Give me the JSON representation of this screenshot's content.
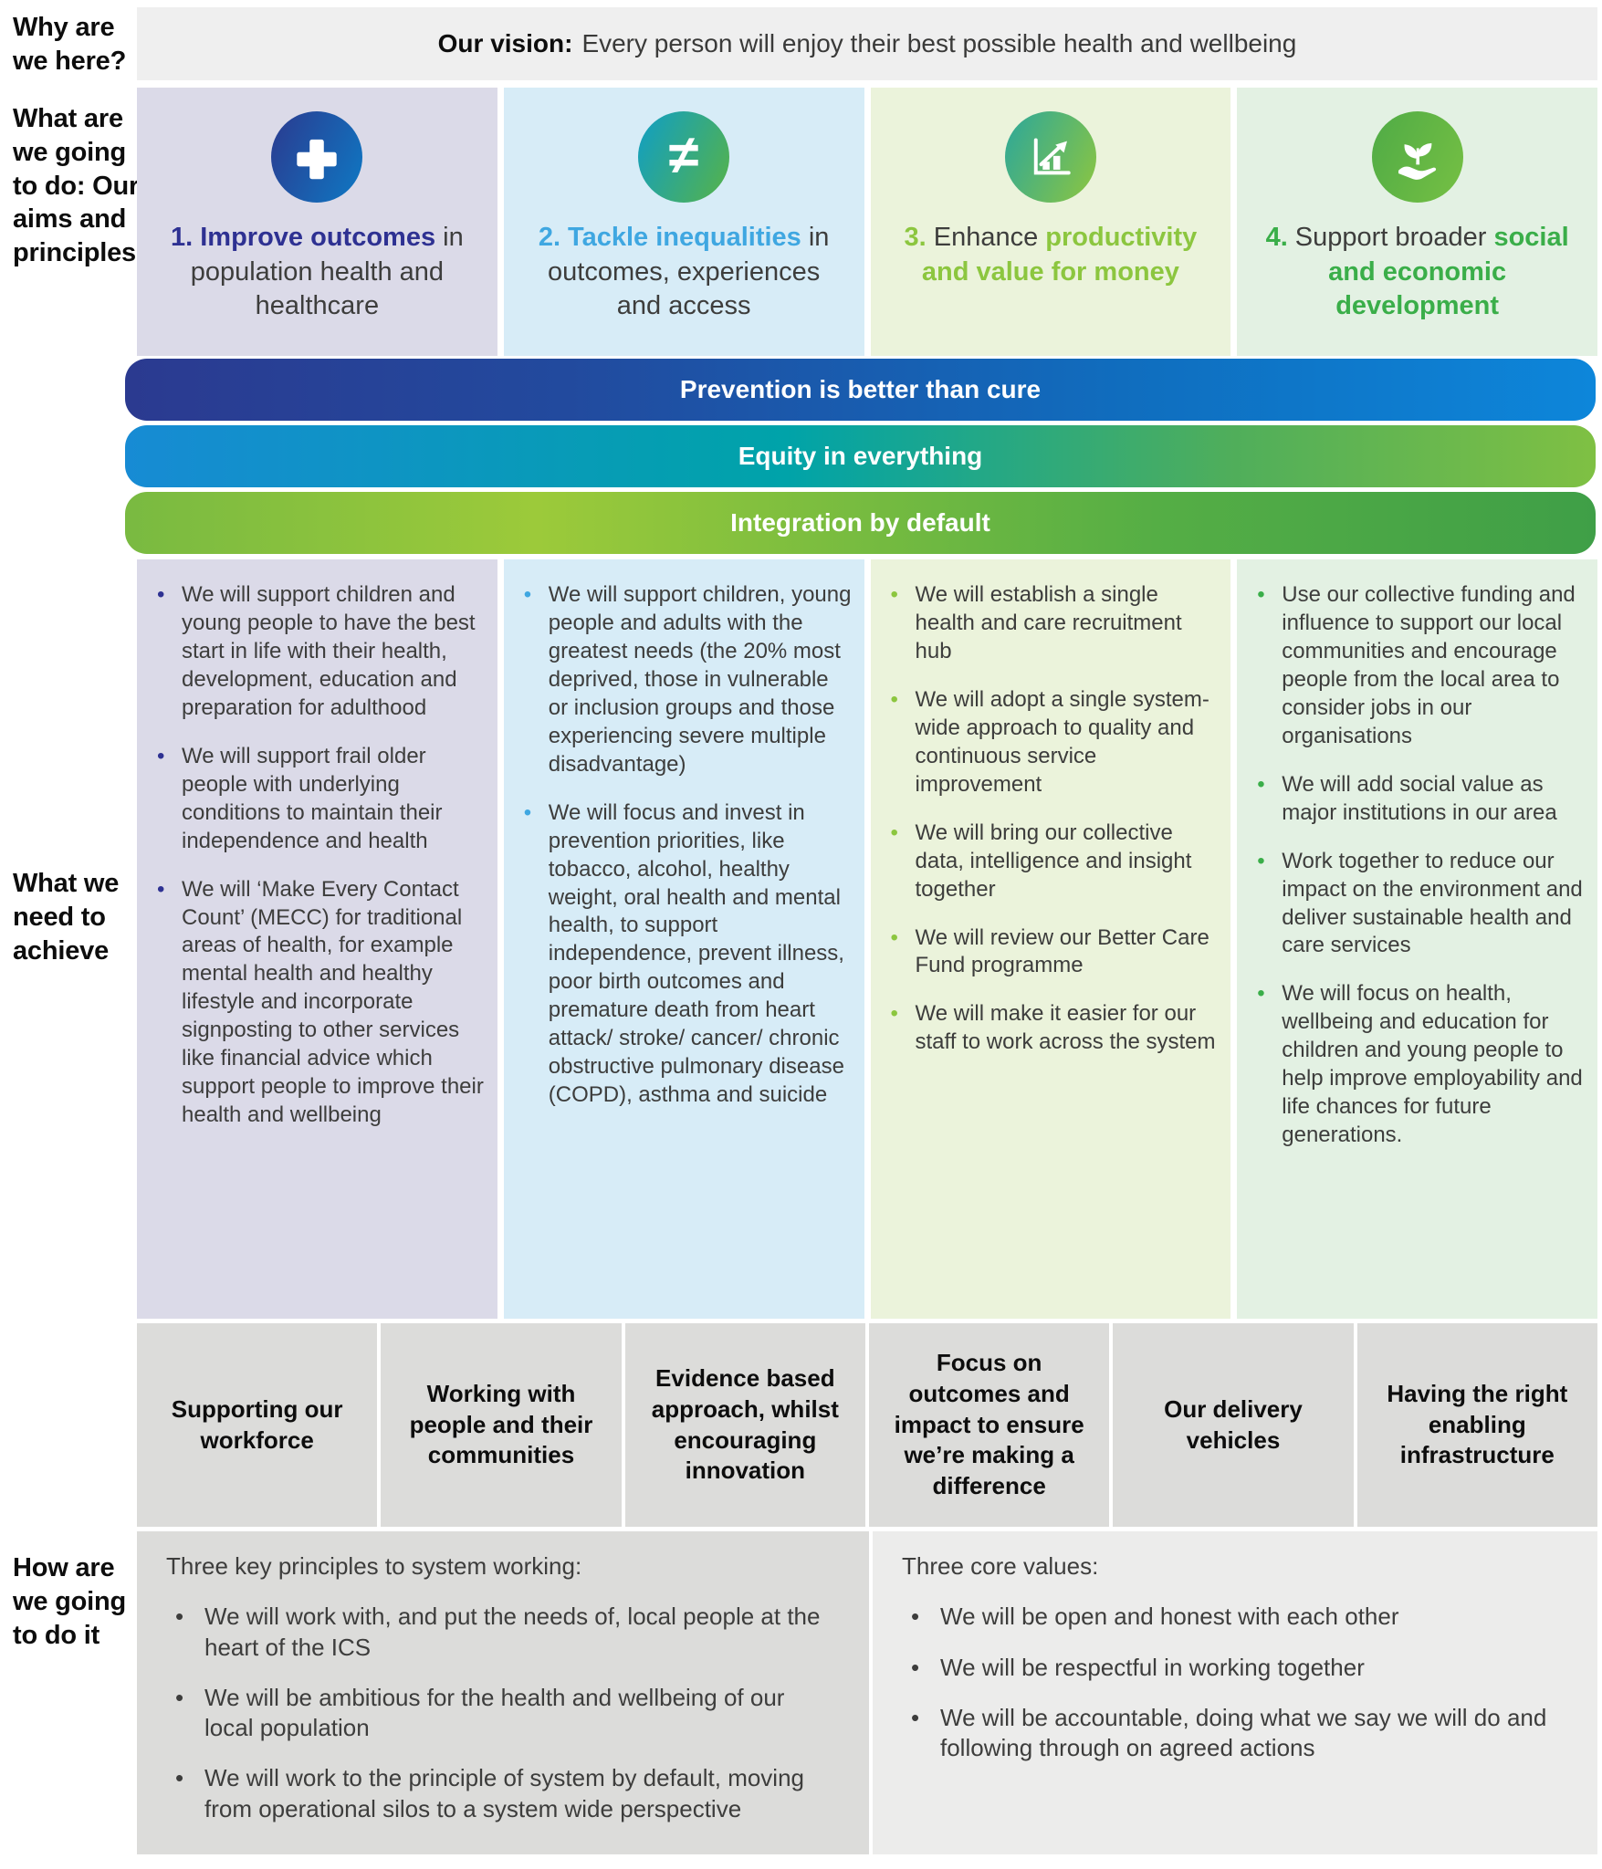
{
  "row_labels": {
    "why": "Why are we here?",
    "what_do": "What are we going to do: Our aims and principles",
    "achieve": "What we need to achieve",
    "how": "How are we going to do it"
  },
  "vision": {
    "prefix": "Our vision:",
    "text": "Every person will enjoy their best possible health and wellbeing",
    "bg": "#efefef"
  },
  "aims": [
    {
      "icon": "plus-icon",
      "bg": "#dbdae8",
      "accent": "#2e3192",
      "icon_gradient": [
        "#2b3a8f",
        "#0e79c4"
      ],
      "title_parts": [
        {
          "text": "1. Improve outcomes",
          "style": "accent"
        },
        {
          "text": " in population health and healthcare",
          "style": "plain"
        }
      ]
    },
    {
      "icon": "not-equal-icon",
      "bg": "#d7ecf7",
      "accent": "#3fa7e1",
      "icon_gradient": [
        "#0f9ec6",
        "#57b347"
      ],
      "title_parts": [
        {
          "text": "2. Tackle inequalities",
          "style": "accent"
        },
        {
          "text": " in outcomes, experiences and access",
          "style": "plain"
        }
      ]
    },
    {
      "icon": "growth-chart-icon",
      "bg": "#ebf3db",
      "accent": "#8cc63f",
      "icon_gradient": [
        "#2ba79b",
        "#8dc63f"
      ],
      "title_parts": [
        {
          "text": "3.",
          "style": "accent"
        },
        {
          "text": " Enhance ",
          "style": "plain"
        },
        {
          "text": "productivity and value for money",
          "style": "accent"
        }
      ]
    },
    {
      "icon": "plant-hand-icon",
      "bg": "#e3f1e3",
      "accent": "#3aae49",
      "icon_gradient": [
        "#4fab46",
        "#76c043"
      ],
      "title_parts": [
        {
          "text": "4.",
          "style": "accent"
        },
        {
          "text": " Support broader ",
          "style": "plain"
        },
        {
          "text": "social and economic development",
          "style": "accent"
        }
      ]
    }
  ],
  "banners": [
    {
      "label": "Prevention is better than cure",
      "gradient": [
        "#2b3a90 0%",
        "#224a9e 30%",
        "#0f6fc0 70%",
        "#0d86da 100%"
      ]
    },
    {
      "label": "Equity in everything",
      "gradient": [
        "#178bd4 0%",
        "#00a3a9 45%",
        "#4fae5b 75%",
        "#7fc043 100%"
      ]
    },
    {
      "label": "Integration by default",
      "gradient": [
        "#79ba41 0%",
        "#9cca3a 28%",
        "#55ae45 70%",
        "#3f9f47 100%"
      ]
    }
  ],
  "achieve": [
    {
      "bg": "#dbdae8",
      "bullet": "#2e3192",
      "items": [
        "We will support children and young people to have the best start in life with their health, development, education and preparation for adulthood",
        "We will support frail older people with underlying conditions to maintain their independence and health",
        "We will ‘Make Every Contact Count’ (MECC) for traditional areas of health, for example mental health and healthy lifestyle and incorporate signposting to other services like financial advice which support people to improve their health and wellbeing"
      ]
    },
    {
      "bg": "#d7ecf7",
      "bullet": "#3fa7e1",
      "items": [
        "We will support children, young people and adults with the greatest needs (the 20% most deprived, those in vulnerable or inclusion groups and those experiencing severe multiple disadvantage)",
        "We will focus and invest in prevention priorities, like tobacco, alcohol, healthy weight, oral health and mental health, to support independence, prevent illness, poor birth outcomes and premature death from heart attack/ stroke/ cancer/ chronic obstructive pulmonary disease (COPD), asthma and suicide"
      ]
    },
    {
      "bg": "#ebf3db",
      "bullet": "#8cc63f",
      "items": [
        "We will establish a single health and care recruitment hub",
        "We will adopt a single system-wide approach to quality and continuous service improvement",
        "We will bring our collective data, intelligence and insight together",
        "We will review our Better Care Fund programme",
        "We will make it easier for our staff to work across the system"
      ]
    },
    {
      "bg": "#e3f1e3",
      "bullet": "#3aae49",
      "items": [
        "Use our collective funding and influence to support our local communities and encourage people from the local area to consider jobs in our organisations",
        "We will add social value as major institutions in our area",
        "Work together to reduce our impact on the environment and deliver sustainable health and care services",
        "We will focus on health, wellbeing and education for children and young people to help improve employability and life chances for future generations."
      ]
    }
  ],
  "pillars": [
    "Supporting our workforce",
    "Working with people and their communities",
    "Evidence based approach, whilst encouraging innovation",
    "Focus on outcomes and impact to ensure we’re making a difference",
    "Our delivery vehicles",
    "Having the right enabling infrastructure"
  ],
  "how_panels": [
    {
      "bg": "#dcdcda",
      "title": "Three key principles to system working:",
      "items": [
        "We will work with, and put the needs of, local people at the heart of the ICS",
        "We will be ambitious for the health and wellbeing of our local population",
        "We will work to the principle of system by default, moving from operational silos to a system wide perspective"
      ]
    },
    {
      "bg": "#ececeb",
      "title": "Three core values:",
      "items": [
        "We will be open and honest with each other",
        "We will be respectful in working together",
        "We will be accountable, doing what we say we will do and following through on agreed actions"
      ]
    }
  ]
}
